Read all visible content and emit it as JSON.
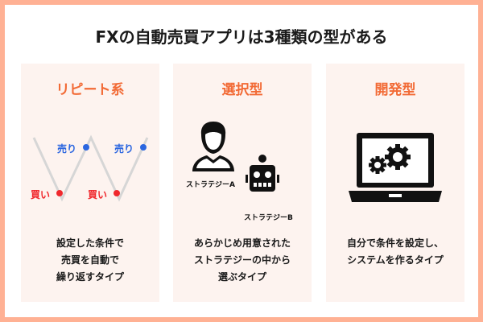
{
  "title": "FXの自動売買アプリは3種類の型がある",
  "colors": {
    "accent": "#f26a35",
    "sell": "#2b66e0",
    "buy": "#f0282d",
    "frame": "#ffb194",
    "card": "#fdf3ef"
  },
  "cards": [
    {
      "heading": "リピート系",
      "sell_label": "売り",
      "buy_label": "買い",
      "desc": [
        "設定した条件で",
        "売買を自動で",
        "繰り返すタイプ"
      ]
    },
    {
      "heading": "選択型",
      "strategy_a": "ストラテジーA",
      "strategy_b": "ストラテジーB",
      "desc": [
        "あらかじめ用意された",
        "ストラテジーの中から",
        "選ぶタイプ"
      ]
    },
    {
      "heading": "開発型",
      "desc": [
        "自分で条件を設定し、",
        "システムを作るタイプ"
      ]
    }
  ]
}
